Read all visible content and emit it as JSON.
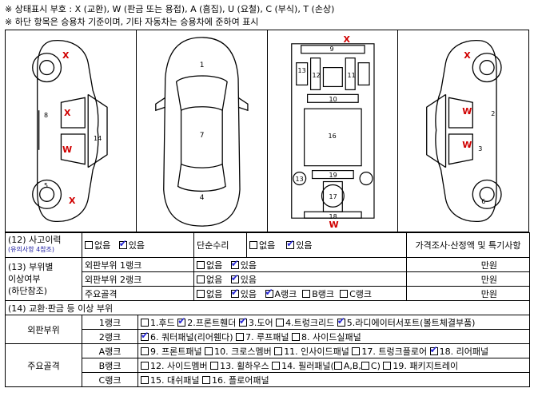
{
  "legend": {
    "line1": "※ 상태표시 부호 : X (교환), W (판금 또는 용접), A (흠집), U (요철), C (부식), T (손상)",
    "line2": "※ 하단 항목은 승용차 기준이며, 기타 자동차는 승용차에 준하여 표시"
  },
  "diagram": {
    "left_marks": [
      "X",
      "X",
      "W",
      "X"
    ],
    "left_numbers": [
      "8",
      "14",
      "5"
    ],
    "top_numbers": [
      "1",
      "7",
      "4"
    ],
    "under_numbers": [
      "9",
      "13",
      "12",
      "11",
      "10",
      "16",
      "19",
      "13",
      "17",
      "18"
    ],
    "under_marks": [
      "X",
      "W"
    ],
    "right_marks": [
      "X",
      "W",
      "W"
    ],
    "right_numbers": [
      "2",
      "3",
      "6"
    ]
  },
  "row12": {
    "label": "(12) 사고이력",
    "note": "(유의사항 4참조)",
    "opt_no": "없음",
    "opt_yes": "있음",
    "simple_repair": "단순수리",
    "opt_no2": "없음",
    "opt_yes2": "있음",
    "price_label": "가격조사·산정액 및 특기사항"
  },
  "row13": {
    "label": "(13) 부위별",
    "label2": "이상여부",
    "label3": "(하단참조)",
    "r1": "외판부위 1랭크",
    "r2": "외판부위 2랭크",
    "r3": "주요골격",
    "no": "없음",
    "yes": "있음",
    "rankA": "A랭크",
    "rankB": "B랭크",
    "rankC": "C랭크",
    "unit": "만원"
  },
  "row14": {
    "label": "(14) 교환·판금 등 이상 부위",
    "outer_label": "외판부위",
    "frame_label": "주요골격",
    "rank1": "1랭크",
    "rank2": "2랭크",
    "rankA": "A랭크",
    "rankB": "B랭크",
    "rankC": "C랭크",
    "rank1_items": [
      "1.후드",
      "2.프론트휀더",
      "3.도어",
      "4.트렁크리드",
      "5.라디에이터서포트(볼트체결부품)"
    ],
    "rank2_items": [
      "6. 쿼터패널(리어휀다)",
      "7. 루프패널",
      "8. 사이드실패널"
    ],
    "rankA_items": [
      "9. 프론트패널",
      "10. 크로스멤버",
      "11. 인사이드패널",
      "17. 트렁크플로어",
      "18. 리어패널"
    ],
    "rankB_items": [
      "12. 사이드멤버",
      "13. 휠하우스",
      "14. 필러패널(",
      "A",
      ",",
      "B",
      ",",
      "C",
      ")",
      "19. 패키지트레이"
    ],
    "rankC_items": [
      "15. 대쉬패널",
      "16. 플로어패널"
    ]
  }
}
